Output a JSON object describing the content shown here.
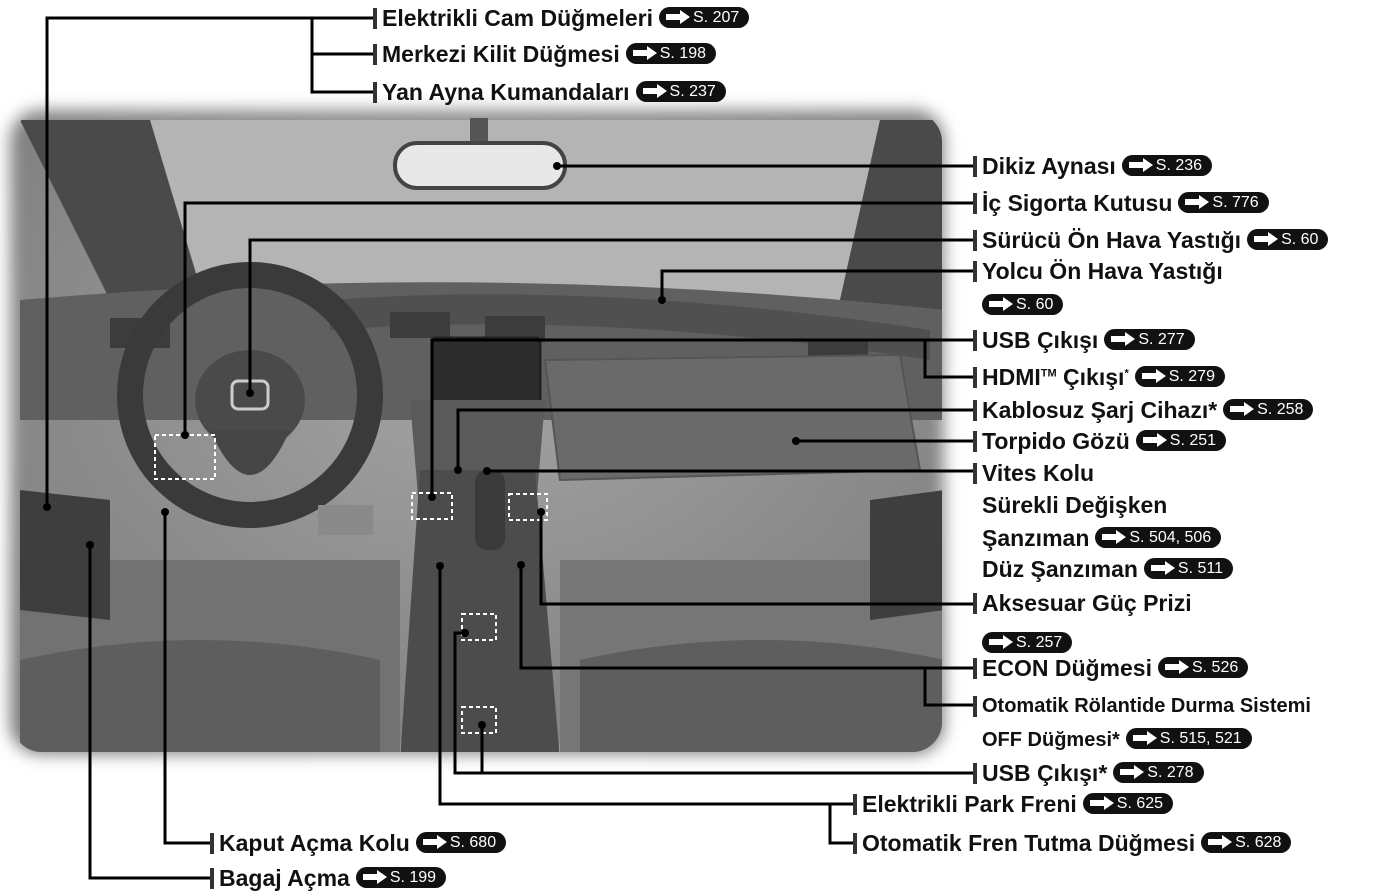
{
  "colors": {
    "photo": "#8c8c8c",
    "line": "#000000",
    "ref_badge": "#111111"
  },
  "page_ref_icon": "right-arrow-icon",
  "labels": {
    "power_windows": {
      "text": "Elektrikli Cam Düğmeleri",
      "ref": "S. 207"
    },
    "door_lock": {
      "text": "Merkezi Kilit Düğmesi",
      "ref": "S. 198"
    },
    "side_mirror": {
      "text": "Yan Ayna Kumandaları",
      "ref": "S. 237"
    },
    "rearview_mirror": {
      "text": "Dikiz Aynası",
      "ref": "S. 236"
    },
    "fuse_box": {
      "text": "İç Sigorta Kutusu",
      "ref": "S. 776"
    },
    "driver_airbag": {
      "text": "Sürücü Ön Hava Yastığı",
      "ref": "S. 60"
    },
    "passenger_airbag": {
      "text": "Yolcu Ön Hava Yastığı",
      "ref": "S. 60"
    },
    "usb_port": {
      "text": "USB Çıkışı",
      "ref": "S. 277"
    },
    "hdmi_port": {
      "text": "HDMI",
      "tm": "TM",
      "rest": " Çıkışı",
      "star": "*",
      "ref": "S. 279"
    },
    "wireless_charger": {
      "text": "Kablosuz Şarj Cihazı*",
      "ref": "S. 258"
    },
    "glove_box": {
      "text": "Torpido Gözü",
      "ref": "S. 251"
    },
    "shift_lever": {
      "title": "Vites Kolu",
      "cvt_line1": "Sürekli Değişken",
      "cvt_line2": "Şanzıman",
      "cvt_ref": "S. 504, 506",
      "mt": "Düz Şanzıman",
      "mt_ref": "S. 511"
    },
    "accessory_socket": {
      "text": "Aksesuar Güç Prizi",
      "ref": "S. 257"
    },
    "econ_button": {
      "text": "ECON Düğmesi",
      "ref": "S. 526"
    },
    "idle_stop": {
      "line1": "Otomatik Rölantide Durma Sistemi",
      "line2": "OFF Düğmesi*",
      "ref": "S. 515, 521"
    },
    "usb_port2": {
      "text": "USB Çıkışı*",
      "ref": "S. 278"
    },
    "parking_brake": {
      "text": "Elektrikli Park Freni",
      "ref": "S. 625"
    },
    "brake_hold": {
      "text": "Otomatik Fren Tutma Düğmesi",
      "ref": "S. 628"
    },
    "hood_release": {
      "text": "Kaput Açma Kolu",
      "ref": "S. 680"
    },
    "trunk_release": {
      "text": "Bagaj Açma",
      "ref": "S. 199"
    }
  }
}
